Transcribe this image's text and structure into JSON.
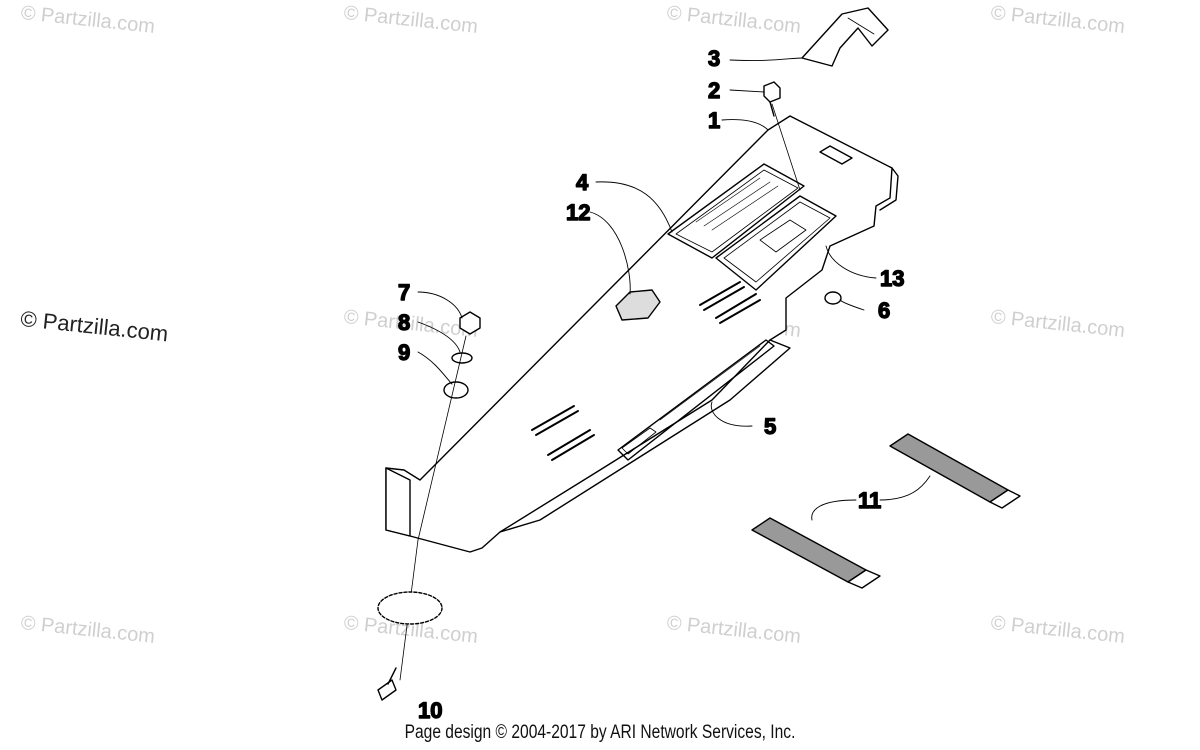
{
  "watermark_text": "© Partzilla.com",
  "footer": "Page design © 2004-2017 by ARI Network Services, Inc.",
  "callouts": {
    "c1": "1",
    "c2": "2",
    "c3": "3",
    "c4": "4",
    "c5": "5",
    "c6": "6",
    "c7": "7",
    "c8": "8",
    "c9": "9",
    "c10": "10",
    "c11": "11",
    "c12": "12",
    "c13": "13"
  },
  "colors": {
    "line": "#000000",
    "watermark": "#cfcfcf",
    "tread": "#555555"
  }
}
